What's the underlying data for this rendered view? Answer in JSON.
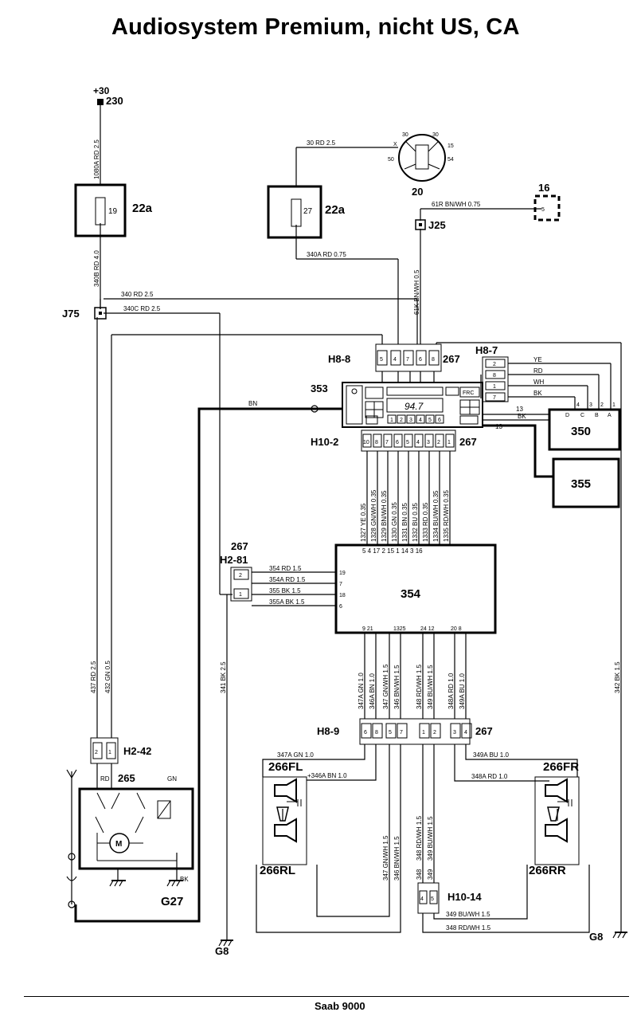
{
  "title": "Audiosystem Premium, nicht US, CA",
  "footer": "Saab 9000",
  "terminals": {
    "plus30": "+30",
    "t230": "230"
  },
  "components": {
    "fuse1_num": "19",
    "fuse1_id": "22a",
    "fuse2_num": "27",
    "fuse2_id": "22a",
    "ignition": "20",
    "ignition_pins": [
      "30",
      "30",
      "15",
      "54",
      "50",
      "X"
    ],
    "c16": "16",
    "c16_pin": "5",
    "j25": "J25",
    "j75": "J75",
    "h8_8": "H8-8",
    "h8_8_pins": [
      "5",
      "4",
      "7",
      "6",
      "8"
    ],
    "h8_8_num": "267",
    "h8_7": "H8-7",
    "h8_7_pins": [
      "2",
      "8",
      "1",
      "7"
    ],
    "h8_7_colors": [
      "YE",
      "RD",
      "WH",
      "BK"
    ],
    "unit350": "350",
    "unit350_pins": [
      "D",
      "C",
      "B",
      "A"
    ],
    "unit350_wires": [
      "4",
      "3",
      "2",
      "1"
    ],
    "radio": "353",
    "radio_freq": "94.7",
    "radio_btn": "FRC",
    "radio_keys": [
      "1",
      "2",
      "3",
      "4",
      "5",
      "6"
    ],
    "unit355": "355",
    "h10_2": "H10-2",
    "h10_2_pins": [
      "10",
      "8",
      "7",
      "6",
      "5",
      "4",
      "3",
      "2",
      "1"
    ],
    "h10_2_num": "267",
    "amp": "354",
    "amp_top_pins": "5 4 17 2 15 1 14 3 16",
    "amp_bottom_pins": [
      "9 21",
      "1325",
      "24 12",
      "20 8"
    ],
    "amp_left_pins": [
      "19",
      "7",
      "18",
      "6"
    ],
    "h2_81": "H2-81",
    "h2_81_num": "267",
    "h2_81_pins": [
      "2",
      "1"
    ],
    "h8_9": "H8-9",
    "h8_9_pins": [
      "6",
      "8",
      "5",
      "7",
      "1",
      "2",
      "3",
      "4"
    ],
    "h8_9_num": "267",
    "h2_42": "H2-42",
    "h2_42_pins": [
      "2",
      "1"
    ],
    "antenna": "265",
    "antenna_wires": [
      "RD",
      "GN"
    ],
    "antenna_bk": "BK",
    "motor": "M",
    "g27": "G27",
    "g8_left": "G8",
    "g8_right": "G8",
    "spk_fl": "266FL",
    "spk_fr": "266FR",
    "spk_rl": "266RL",
    "spk_rr": "266RR",
    "h10_14": "H10-14",
    "h10_14_pins": [
      "4",
      "5"
    ]
  },
  "wires": {
    "w1080A": "1080A  RD 2.5",
    "w340B": "340B  RD 4.0",
    "w30": "30  RD 2.5",
    "w340A": "340A  RD 0.75",
    "w61R": "61R  BN/WH 0.75",
    "w61K": "61K  BN/WH 0.5",
    "w340": "340  RD 2.5",
    "w340C": "340C  RD 2.5",
    "wBN": "BN",
    "w13a": "13",
    "wBKa": "BK",
    "w13b": "13",
    "bundle": [
      "1327  YE 0.35",
      "1328  GN/WH 0.35",
      "1329  BN/WH 0.35",
      "1330  GN 0.35",
      "1331  BN 0.35",
      "1332  BU 0.35",
      "1333  RD 0.35",
      "1334  BU/WH 0.35",
      "1335  RD/WH 0.35"
    ],
    "w354": "354  RD 1.5",
    "w354A": "354A  RD 1.5",
    "w355": "355  BK 1.5",
    "w355A": "355A  BK 1.5",
    "w341": "341  BK 2.5",
    "w437": "437  RD 2.5",
    "w432": "432  GN 0.5",
    "w342": "342  BK 1.5",
    "out": [
      "347A  GN 1.0",
      "346A  BN 1.0",
      "347  GN/WH 1.5",
      "346  BN/WH 1.5",
      "348  RD/WH 1.5",
      "349  BU/WH 1.5",
      "348A  RD 1.0",
      "349A  BU 1.0"
    ],
    "w347A_h": "347A  GN 1.0",
    "w346A_h": "+346A  BN 1.0",
    "w349A_h": "349A  BU 1.0",
    "w348A_h": "348A  RD 1.0",
    "w347_v": "347  GN/WH 1.5",
    "w346_v": "346  BN/WH 1.5",
    "w348_v": "348  RD/WH 1.5",
    "w349_v": "349  BU/WH 1.5",
    "w348_l": "348",
    "w349_l": "349",
    "w349_h": "349  BU/WH 1.5",
    "w348_h": "348  RD/WH 1.5"
  }
}
